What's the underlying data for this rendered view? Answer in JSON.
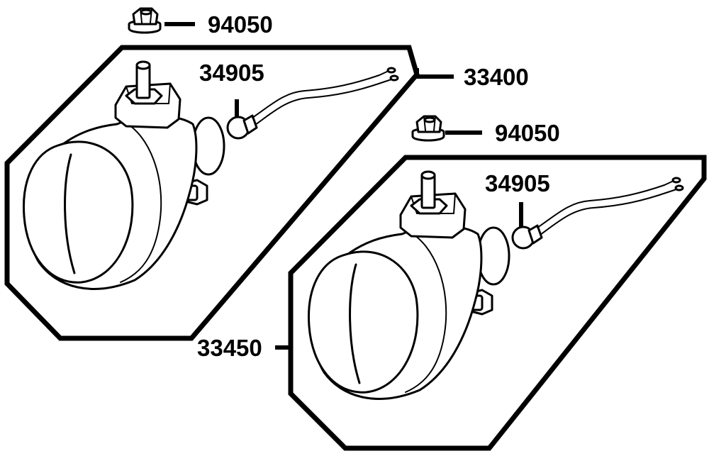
{
  "labels": {
    "nut_top": "94050",
    "bulb_left": "34905",
    "assembly_left": "33400",
    "nut_right": "94050",
    "bulb_right": "34905",
    "assembly_right": "33450"
  },
  "colors": {
    "line": "#000000",
    "background": "#ffffff"
  }
}
